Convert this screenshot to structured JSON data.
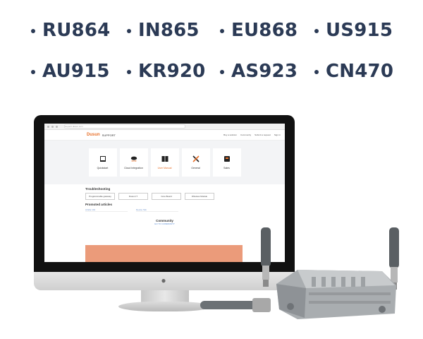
{
  "bands": [
    "RU864",
    "IN865",
    "EU868",
    "US915",
    "AU915",
    "KR920",
    "AS923",
    "CN470"
  ],
  "screen": {
    "url": "support.dusun.com",
    "logo": "Dusun",
    "support": "SUPPORT",
    "nav_links": [
      "Buy a solution",
      "Community",
      "Submit a request",
      "Sign in"
    ],
    "cards": [
      {
        "label": "Quickstart",
        "icon": "book-icon"
      },
      {
        "label": "Cloud Integration",
        "icon": "cloud-network-icon"
      },
      {
        "label": "User Manual",
        "icon": "manual-icon"
      },
      {
        "label": "General",
        "icon": "tools-icon"
      },
      {
        "label": "Sales",
        "icon": "sales-icon"
      }
    ],
    "troubleshooting_title": "Troubleshooting",
    "troubleshooting_buttons": [
      "Programmable gateway",
      "Dusun IT",
      "Core Board",
      "Wireless Module"
    ],
    "promoted_title": "Promoted articles",
    "promoted_links": [
      "Article 101",
      "Device Tab"
    ],
    "community_title": "Community",
    "community_link": "GO TO COMMUNITY"
  },
  "colors": {
    "band_text": "#2b3a55",
    "brand_orange": "#e8702a",
    "banner": "#eb9b7a"
  }
}
